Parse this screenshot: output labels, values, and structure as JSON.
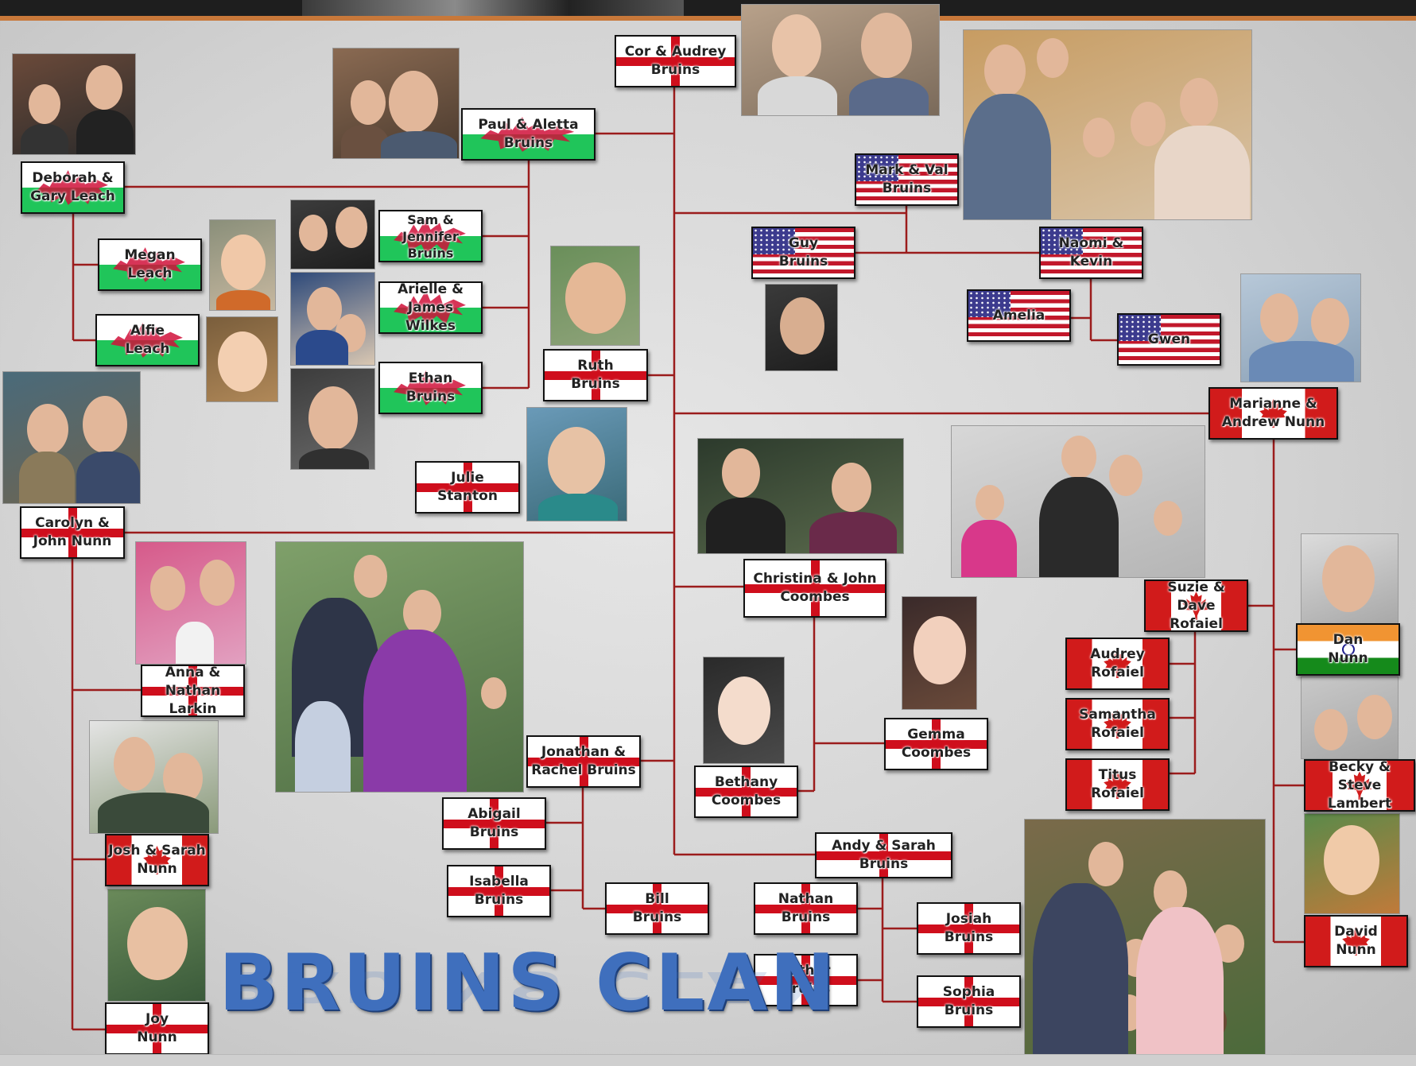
{
  "title": "BRUINS CLAN",
  "colors": {
    "connector": "#9b1c1c",
    "title_blue": "#3f6fbd",
    "england_red": "#cf0e1c",
    "wales_green": "#20c55a",
    "canada_red": "#d11b1b"
  },
  "members": {
    "cor_audrey": {
      "label": "Cor & Audrey\nBruins",
      "flag": "england"
    },
    "paul_aletta": {
      "label": "Paul & Aletta\nBruins",
      "flag": "wales"
    },
    "deborah_gary": {
      "label": "Deborah &\nGary Leach",
      "flag": "wales"
    },
    "megan": {
      "label": "Megan\nLeach",
      "flag": "wales"
    },
    "alfie": {
      "label": "Alfie\nLeach",
      "flag": "wales"
    },
    "sam_jennifer": {
      "label": "Sam &\nJennifer\nBruins",
      "flag": "wales"
    },
    "arielle_james": {
      "label": "Arielle &\nJames Wilkes",
      "flag": "wales"
    },
    "ethan": {
      "label": "Ethan\nBruins",
      "flag": "wales"
    },
    "ruth": {
      "label": "Ruth\nBruins",
      "flag": "england"
    },
    "julie": {
      "label": "Julie\nStanton",
      "flag": "england"
    },
    "mark_val": {
      "label": "Mark & Val\nBruins",
      "flag": "usa"
    },
    "guy": {
      "label": "Guy\nBruins",
      "flag": "usa"
    },
    "naomi_kevin": {
      "label": "Naomi &\nKevin",
      "flag": "usa"
    },
    "amelia": {
      "label": "Amelia",
      "flag": "usa"
    },
    "gwen": {
      "label": "Gwen",
      "flag": "usa"
    },
    "marianne_andrew": {
      "label": "Marianne &\nAndrew Nunn",
      "flag": "canada"
    },
    "carolyn_john": {
      "label": "Carolyn &\nJohn Nunn",
      "flag": "england"
    },
    "anna_nathan": {
      "label": "Anna &\nNathan Larkin",
      "flag": "england"
    },
    "josh_sarah": {
      "label": "Josh & Sarah\nNunn",
      "flag": "canada"
    },
    "joy": {
      "label": "Joy\nNunn",
      "flag": "england"
    },
    "christina_john": {
      "label": "Christina & John\nCoombes",
      "flag": "england"
    },
    "gemma": {
      "label": "Gemma\nCoombes",
      "flag": "england"
    },
    "bethany": {
      "label": "Bethany\nCoombes",
      "flag": "england"
    },
    "jonathan_rachel": {
      "label": "Jonathan &\nRachel Bruins",
      "flag": "england"
    },
    "abigail": {
      "label": "Abigail\nBruins",
      "flag": "england"
    },
    "isabella": {
      "label": "Isabella\nBruins",
      "flag": "england"
    },
    "bill": {
      "label": "Bill\nBruins",
      "flag": "england"
    },
    "andy_sarah": {
      "label": "Andy & Sarah\nBruins",
      "flag": "england"
    },
    "nathan": {
      "label": "Nathan\nBruins",
      "flag": "england"
    },
    "esther": {
      "label": "Esther\nBruins",
      "flag": "england"
    },
    "josiah": {
      "label": "Josiah\nBruins",
      "flag": "england"
    },
    "sophia": {
      "label": "Sophia\nBruins",
      "flag": "england"
    },
    "suzie_dave": {
      "label": "Suzie & Dave\nRofaiel",
      "flag": "canada"
    },
    "audrey_r": {
      "label": "Audrey\nRofaiel",
      "flag": "canada"
    },
    "samantha": {
      "label": "Samantha\nRofaiel",
      "flag": "canada"
    },
    "titus": {
      "label": "Titus\nRofaiel",
      "flag": "canada"
    },
    "dan": {
      "label": "Dan\nNunn",
      "flag": "india"
    },
    "becky_steve": {
      "label": "Becky & Steve\nLambert",
      "flag": "canada"
    },
    "david": {
      "label": "David\nNunn",
      "flag": "canada"
    }
  }
}
